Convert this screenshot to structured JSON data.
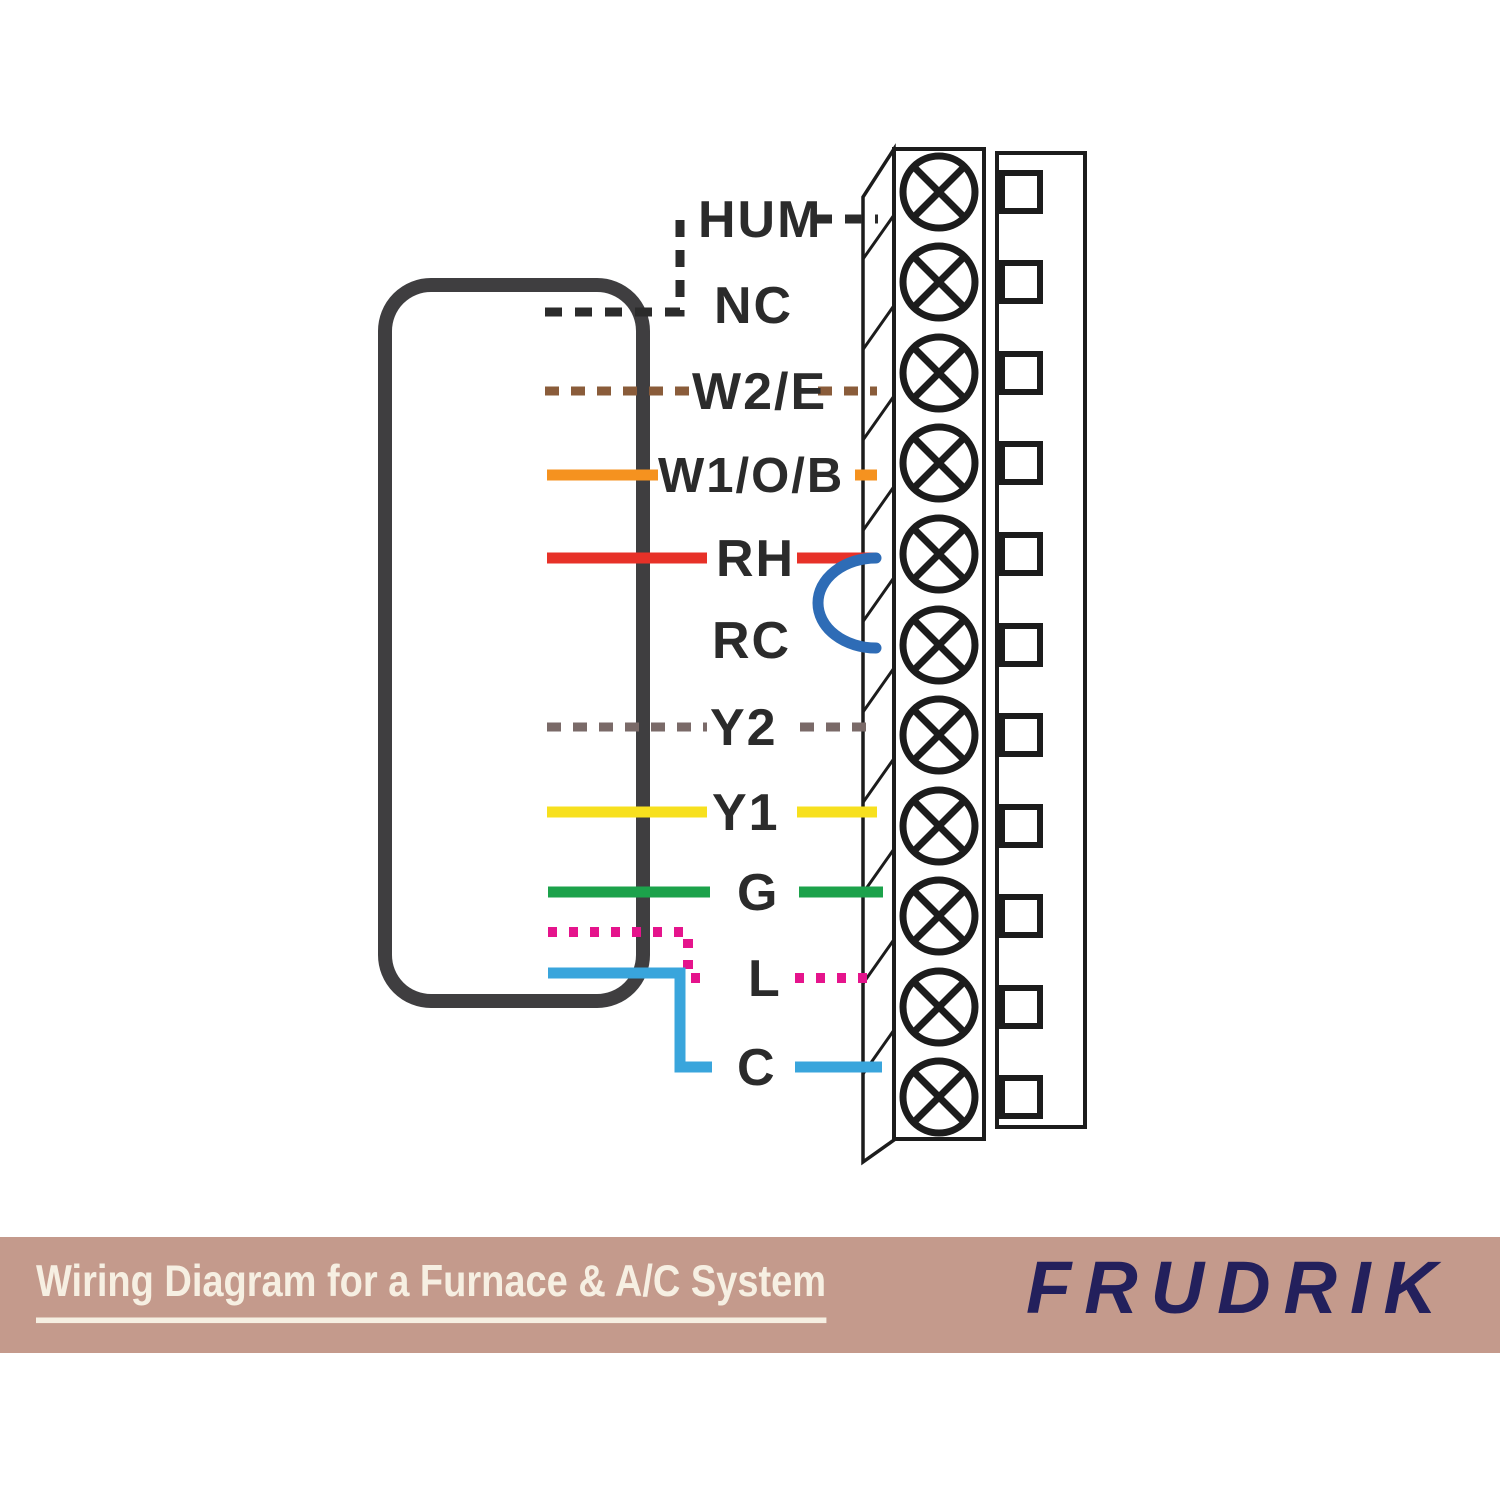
{
  "page": {
    "background": "#ffffff"
  },
  "banner": {
    "title": "Wiring Diagram for a Furnace & A/C System",
    "brand": "FRUDRIK",
    "background_color": "#c49a8c",
    "title_color": "#f6efe2",
    "brand_color": "#23205c"
  },
  "diagram": {
    "type": "thermostat-wiring",
    "thermostat_outline_color": "#3f3e40",
    "terminals": {
      "count": 11,
      "y_centers": [
        192,
        282,
        373,
        463,
        554,
        645,
        735,
        826,
        916,
        1007,
        1097
      ],
      "screw_symbol": "circle-x-screw",
      "pin_symbol": "square-pin"
    },
    "rows": [
      {
        "label": "HUM",
        "color": "#2b2b2b",
        "style": "dashed"
      },
      {
        "label": "NC",
        "color": "#2b2b2b",
        "style": "not-connected"
      },
      {
        "label": "W2/E",
        "color": "#8a5c3a",
        "style": "dashed"
      },
      {
        "label": "W1/O/B",
        "color": "#f5921f",
        "style": "solid"
      },
      {
        "label": "RH",
        "color": "#e73128",
        "style": "solid"
      },
      {
        "label": "RC",
        "color": "#2e6cb6",
        "style": "jumper-arc"
      },
      {
        "label": "Y2",
        "color": "#7a6a68",
        "style": "dashed"
      },
      {
        "label": "Y1",
        "color": "#f7e01e",
        "style": "solid"
      },
      {
        "label": "G",
        "color": "#1ca24b",
        "style": "solid"
      },
      {
        "label": "L",
        "color": "#e5148c",
        "style": "dotted"
      },
      {
        "label": "C",
        "color": "#39a5dc",
        "style": "solid"
      }
    ]
  }
}
